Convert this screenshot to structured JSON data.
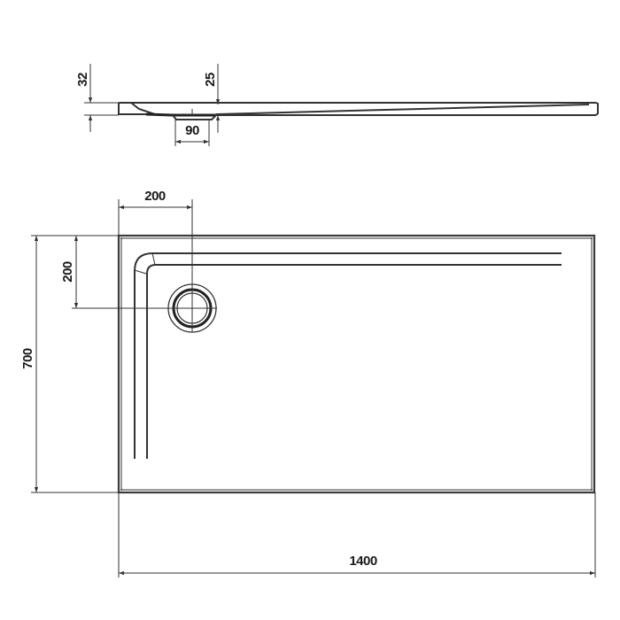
{
  "drawing": {
    "type": "technical drawing",
    "subject": "rectangular shower tray",
    "views": {
      "side_profile": {
        "dimensions": {
          "total_height": "32",
          "edge_height": "25",
          "drain_width": "90"
        }
      },
      "top_view": {
        "dimensions": {
          "drain_offset_x": "200",
          "drain_offset_y": "200",
          "width": "700",
          "length": "1400"
        }
      }
    },
    "colors": {
      "line": "#333333",
      "background": "#ffffff"
    }
  }
}
